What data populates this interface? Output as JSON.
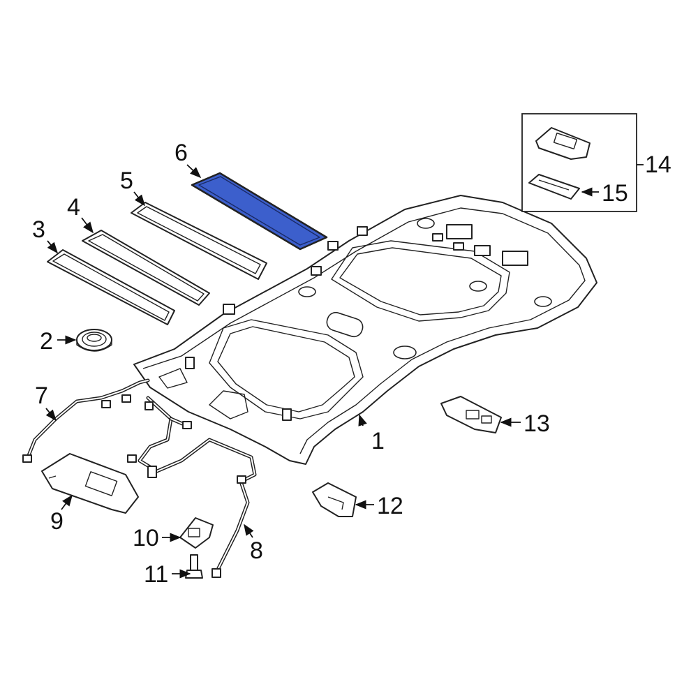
{
  "diagram": {
    "highlight_color": "#3c5fcc",
    "line_color": "#222222",
    "background": "#ffffff"
  },
  "callouts": {
    "p1": "1",
    "p2": "2",
    "p3": "3",
    "p4": "4",
    "p5": "5",
    "p6": "6",
    "p7": "7",
    "p8": "8",
    "p9": "9",
    "p10": "10",
    "p11": "11",
    "p12": "12",
    "p13": "13",
    "p14": "14",
    "p15": "15"
  },
  "highlighted_part": "6"
}
